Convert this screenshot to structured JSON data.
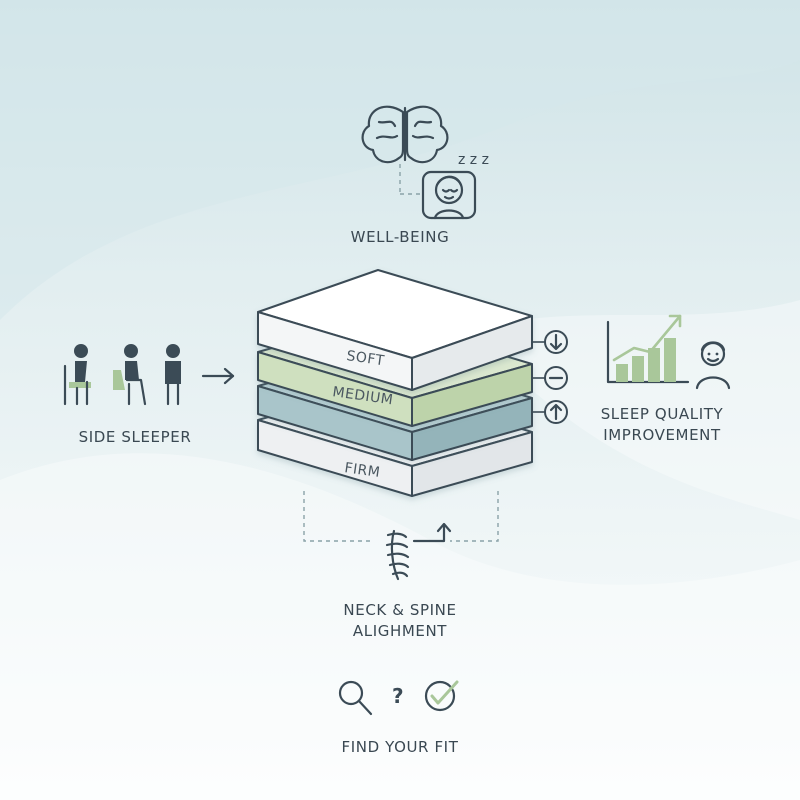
{
  "labels": {
    "wellbeing": "WELL-BEING",
    "side_sleeper": "SIDE SLEEPER",
    "sleep_quality_line1": "SLEEP QUALITY",
    "sleep_quality_line2": "IMPROVEMENT",
    "neck_line1": "NECK & SPINE",
    "neck_line2": "ALIGHMENT",
    "find_fit": "FIND YOUR FIT"
  },
  "layers": [
    "SOFT",
    "MEDIUM",
    "",
    "FIRM"
  ],
  "zzz": "z z z",
  "question": "?",
  "icons": {
    "brain": "brain-icon",
    "sleeper": "sleeping-person-icon",
    "people": "sitting-standing-people-icon",
    "arrow": "arrow-right-icon",
    "chart": "bar-chart-icon",
    "face": "smiling-person-icon",
    "spine": "spine-icon",
    "search": "magnifier-icon",
    "check": "check-circle-icon",
    "down": "arrow-down-circle-icon",
    "minus": "minus-circle-icon",
    "up": "arrow-up-circle-icon"
  },
  "colors": {
    "soft": "#ffffff",
    "medium": "#cfe0bf",
    "third": "#a9c5ca",
    "firm": "#eef0f2",
    "icon": "#3b4b56",
    "accent_green": "#a9c79a"
  }
}
